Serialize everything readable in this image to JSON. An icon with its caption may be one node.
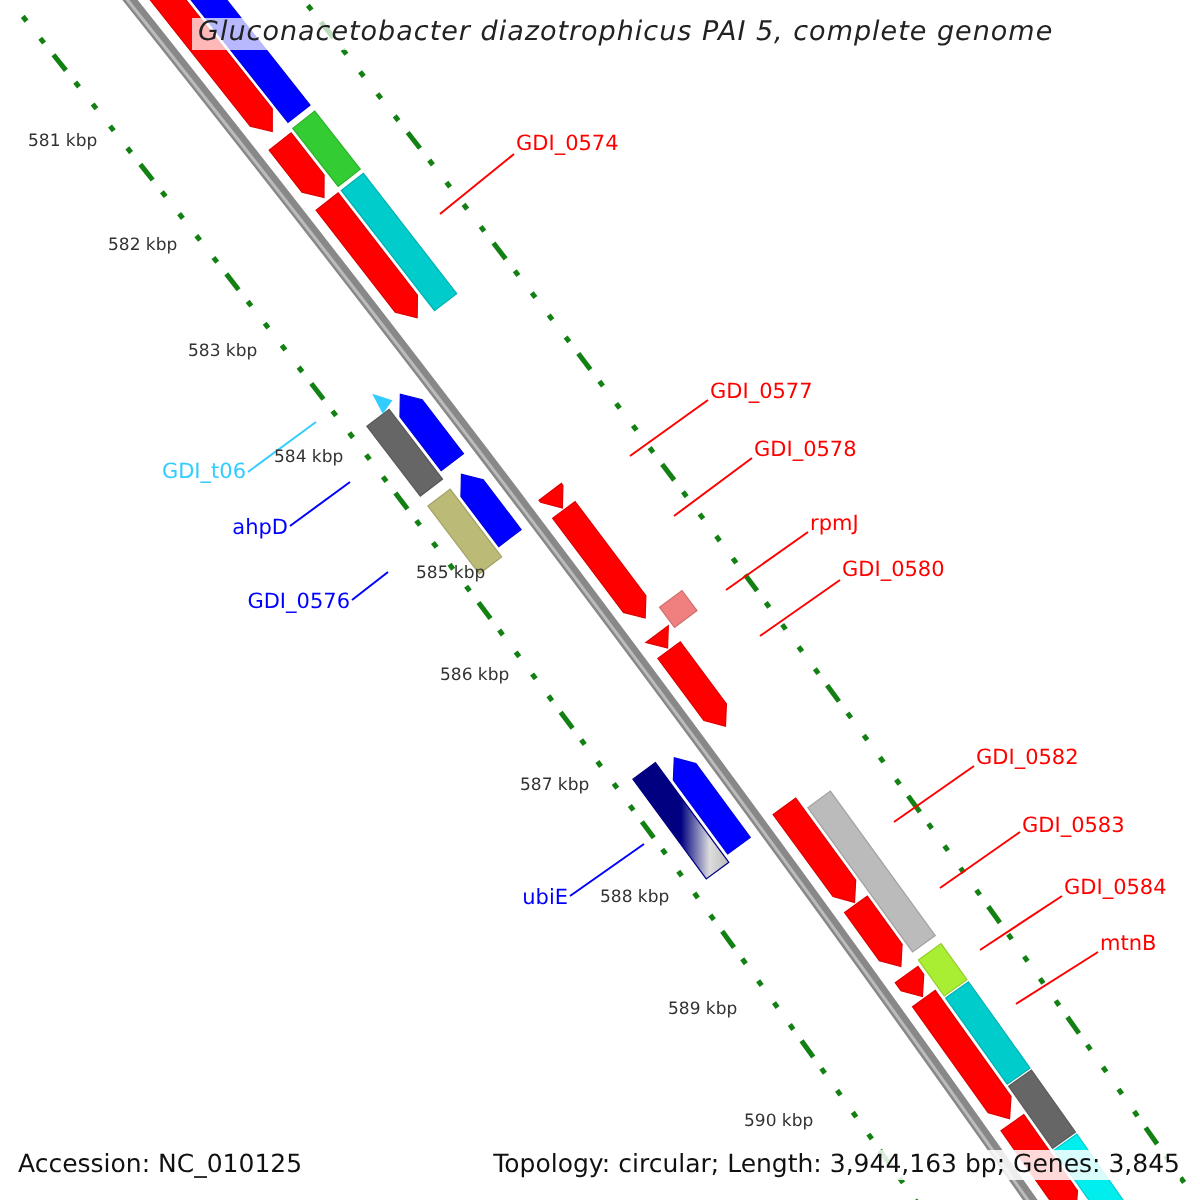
{
  "diagram": {
    "title": "Gluconacetobacter diazotrophicus PAI 5, complete genome",
    "nodes": [
      {
        "text": [
          "GDI_0574"
        ]
      },
      {
        "text": [
          "GDI_0577"
        ]
      },
      {
        "text": [
          "GDI_0578"
        ]
      },
      {
        "text": [
          "rpmJ"
        ]
      },
      {
        "text": [
          "GDI_0580"
        ]
      },
      {
        "text": [
          "GDI_t06"
        ]
      },
      {
        "text": [
          "ahpD"
        ]
      },
      {
        "text": [
          "GDI_0576"
        ]
      },
      {
        "text": [
          "ubiE"
        ]
      },
      {
        "text": [
          "GDI_0582"
        ]
      },
      {
        "text": [
          "GDI_0583"
        ]
      },
      {
        "text": [
          "GDI_0584"
        ]
      },
      {
        "text": [
          "mtnB"
        ]
      }
    ],
    "edges": [
      {
        "from": 0,
        "to": null,
        "arrow": "none"
      },
      {
        "from": 1,
        "to": null,
        "arrow": "none"
      },
      {
        "from": 2,
        "to": null,
        "arrow": "none"
      },
      {
        "from": 3,
        "to": null,
        "arrow": "none"
      },
      {
        "from": 4,
        "to": null,
        "arrow": "none"
      },
      {
        "from": 5,
        "to": null,
        "arrow": "none",
        "color": "#33ccff"
      },
      {
        "from": 6,
        "to": null,
        "arrow": "none",
        "color": "#0000ff"
      },
      {
        "from": 7,
        "to": null,
        "arrow": "none",
        "color": "#0000ff"
      },
      {
        "from": 8,
        "to": null,
        "arrow": "none",
        "color": "#0000ff"
      },
      {
        "from": 9,
        "to": null,
        "arrow": "none"
      },
      {
        "from": 10,
        "to": null,
        "arrow": "none"
      },
      {
        "from": 11,
        "to": null,
        "arrow": "none"
      },
      {
        "from": 12,
        "to": null,
        "arrow": "none"
      }
    ],
    "labels": [
      "581 kbp",
      "582 kbp",
      "583 kbp",
      "584 kbp",
      "585 kbp",
      "586 kbp",
      "587 kbp",
      "588 kbp",
      "589 kbp",
      "590 kbp",
      "Accession: NC_010125",
      "Topology: circular; Length: 3,944,163 bp; Genes: 3,845"
    ]
  }
}
